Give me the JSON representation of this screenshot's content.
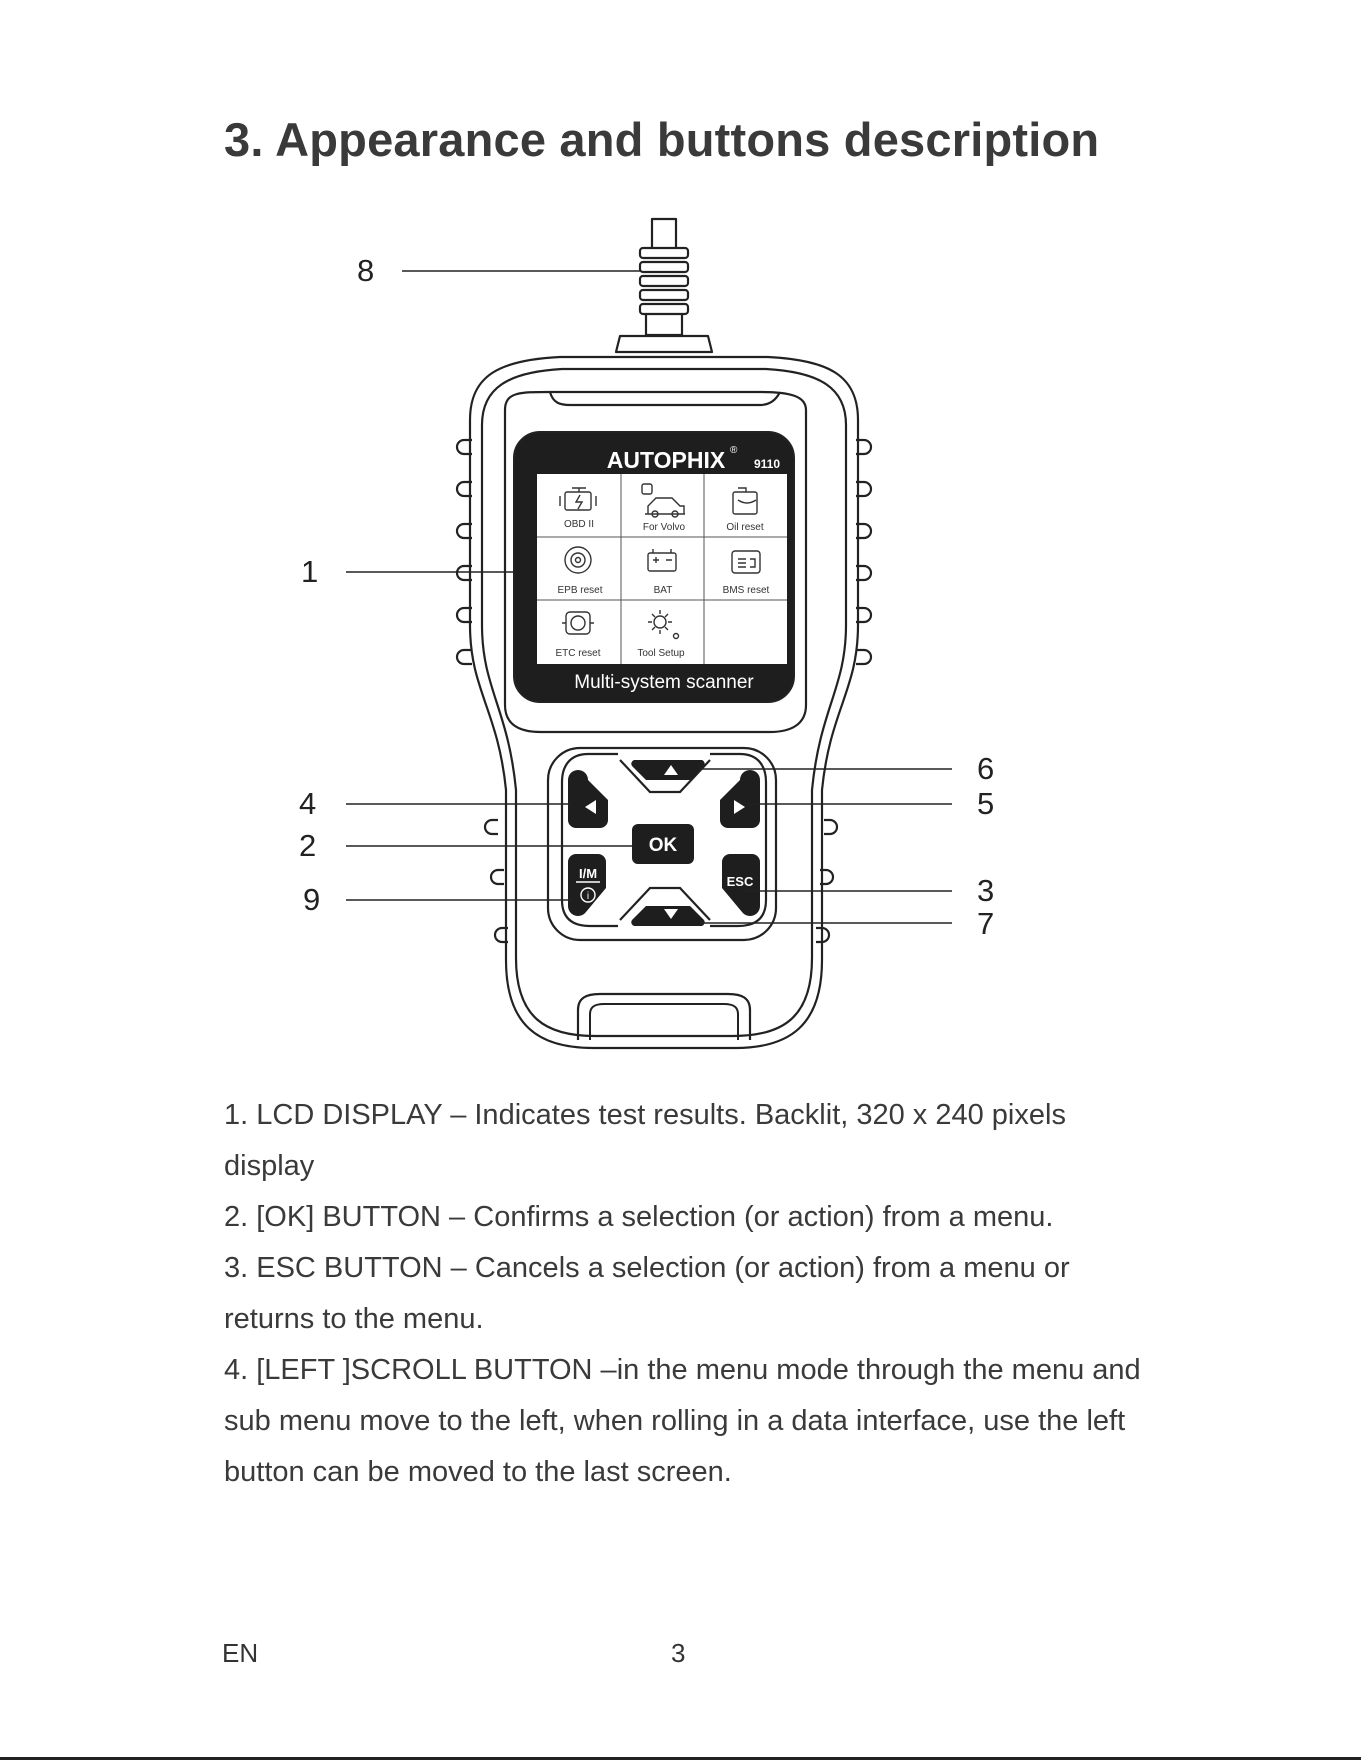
{
  "page": {
    "title": "3. Appearance and buttons description",
    "footer": {
      "language": "EN",
      "page_number": "3"
    }
  },
  "device": {
    "brand": "AUTOPHIX",
    "registered_mark": "®",
    "model": "9110",
    "screen_caption": "Multi-system scanner",
    "menu_items": [
      {
        "label": "OBD II",
        "icon": "engine-icon"
      },
      {
        "label": "For Volvo",
        "icon": "car-icon"
      },
      {
        "label": "Oil reset",
        "icon": "oil-can-icon"
      },
      {
        "label": "EPB reset",
        "icon": "brake-disc-icon"
      },
      {
        "label": "BAT",
        "icon": "battery-icon"
      },
      {
        "label": "BMS reset",
        "icon": "bms-icon"
      },
      {
        "label": "ETC reset",
        "icon": "throttle-icon"
      },
      {
        "label": "Tool Setup",
        "icon": "gear-icon"
      }
    ],
    "buttons": {
      "ok": "OK",
      "esc": "ESC",
      "im": "I/M",
      "info_glyph": "i"
    }
  },
  "callouts": {
    "c1": "1",
    "c2": "2",
    "c3": "3",
    "c4": "4",
    "c5": "5",
    "c6": "6",
    "c7": "7",
    "c8": "8",
    "c9": "9"
  },
  "descriptions": [
    "1. LCD DISPLAY – Indicates test results. Backlit, 320 x 240 pixels display",
    "2. [OK] BUTTON – Confirms a selection (or action) from a menu.",
    "3. ESC BUTTON – Cancels a selection (or action) from a menu or returns to the menu.",
    "4. [LEFT ]SCROLL BUTTON –in the menu mode through the menu and sub menu move to the left, when rolling in a data interface, use the left button can be moved to the last screen."
  ],
  "colors": {
    "ink": "#222222",
    "text": "#3a3a3a",
    "screen_bg": "#1e1e1e"
  }
}
